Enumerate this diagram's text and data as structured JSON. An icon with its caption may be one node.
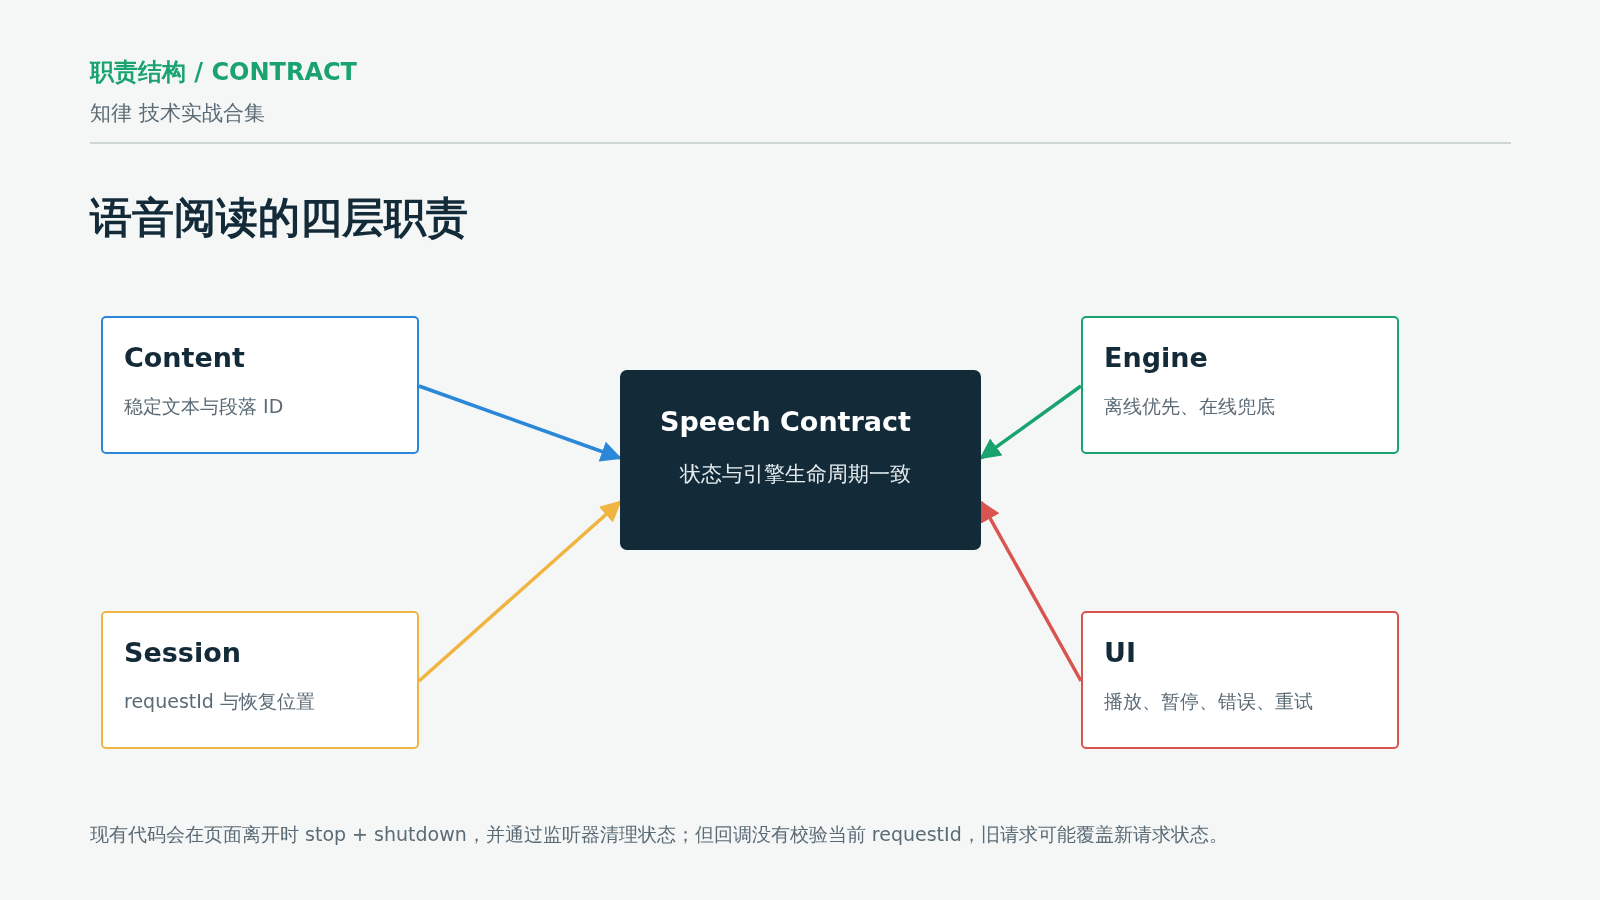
{
  "diagram": {
    "title": "语音阅读的四层职责",
    "nodes": [
      {
        "text": [
          "Content",
          "稳定文本与段落 ID"
        ]
      },
      {
        "text": [
          "Engine",
          "离线优先、在线兜底"
        ]
      },
      {
        "text": [
          "Speech Contract",
          "状态与引擎生命周期一致"
        ]
      },
      {
        "text": [
          "Session",
          "requestId 与恢复位置"
        ]
      },
      {
        "text": [
          "UI",
          "播放、暂停、错误、重试"
        ]
      }
    ],
    "edges": [
      {
        "from": 0,
        "to": 2,
        "arrow": "to",
        "color": "#2b87d8"
      },
      {
        "from": 1,
        "to": 2,
        "arrow": "to",
        "color": "#1aa36f"
      },
      {
        "from": 3,
        "to": 2,
        "arrow": "to",
        "color": "#f0b541"
      },
      {
        "from": 4,
        "to": 2,
        "arrow": "to",
        "color": "#d9534f"
      }
    ],
    "labels": [
      "职责结构 / CONTRACT",
      "知律 技术实战合集",
      "现有代码会在页面离开时 stop + shutdown，并通过监听器清理状态；但回调没有校验当前 requestId，旧请求可能覆盖新请求状态。"
    ]
  }
}
